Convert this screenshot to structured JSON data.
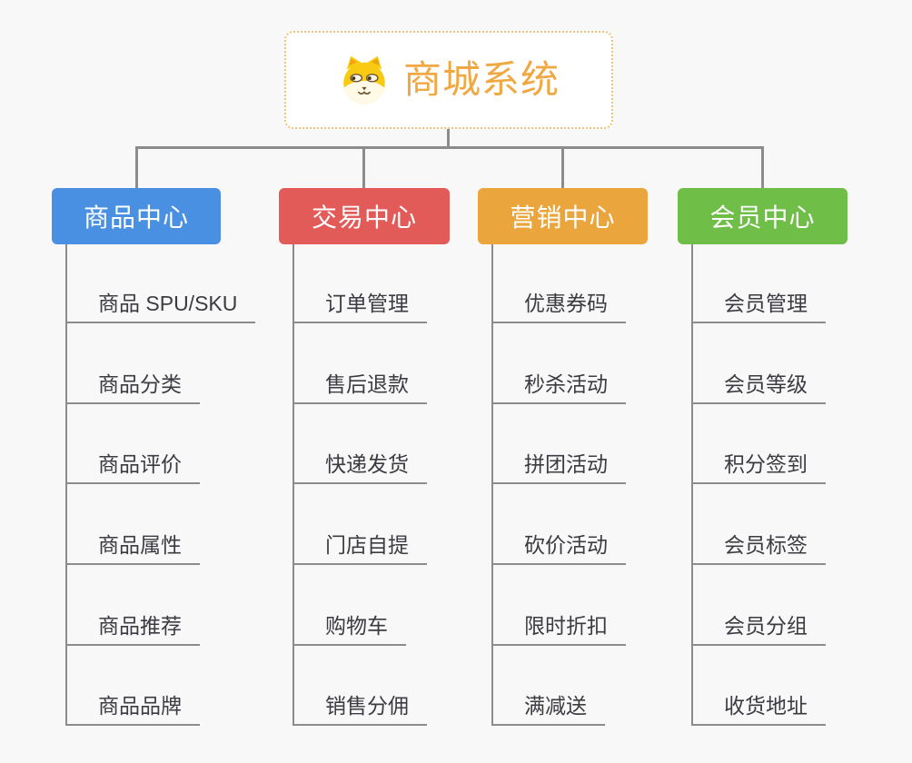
{
  "root": {
    "title": "商城系统",
    "icon": "shiba-dog-icon",
    "text_color": "#F0A843",
    "border_color": "#F2C27B",
    "background": "#FFFFFF"
  },
  "colors": {
    "canvas_background": "#F8F8F8",
    "connector_line": "#8C8C8C",
    "leaf_underline": "#8C8C8C",
    "leaf_text": "#3B3B42"
  },
  "branches": [
    {
      "title": "商品中心",
      "color": "#4A90E2",
      "items": [
        "商品 SPU/SKU",
        "商品分类",
        "商品评价",
        "商品属性",
        "商品推荐",
        "商品品牌"
      ]
    },
    {
      "title": "交易中心",
      "color": "#E25B59",
      "items": [
        "订单管理",
        "售后退款",
        "快递发货",
        "门店自提",
        "购物车",
        "销售分佣"
      ]
    },
    {
      "title": "营销中心",
      "color": "#EAA63C",
      "items": [
        "优惠券码",
        "秒杀活动",
        "拼团活动",
        "砍价活动",
        "限时折扣",
        "满减送"
      ]
    },
    {
      "title": "会员中心",
      "color": "#6EBE47",
      "items": [
        "会员管理",
        "会员等级",
        "积分签到",
        "会员标签",
        "会员分组",
        "收货地址"
      ]
    }
  ]
}
